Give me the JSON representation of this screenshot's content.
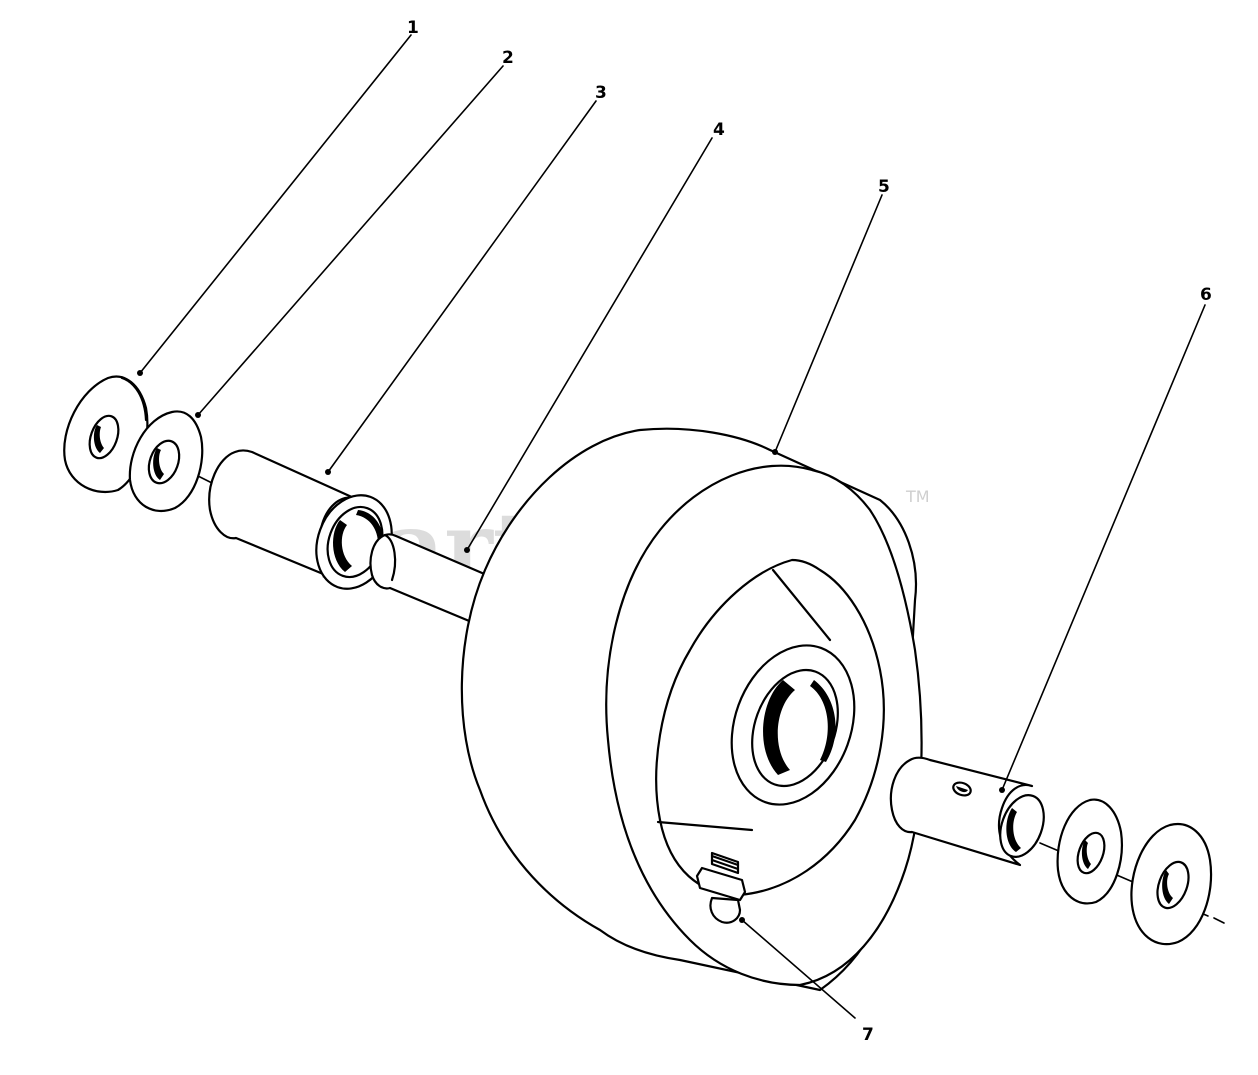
{
  "watermark": {
    "text": "PartsTree",
    "trademark": "TM"
  },
  "callouts": [
    {
      "number": "1",
      "part": "washer"
    },
    {
      "number": "2",
      "part": "washer"
    },
    {
      "number": "3",
      "part": "bearing-sleeve"
    },
    {
      "number": "4",
      "part": "axle-shaft"
    },
    {
      "number": "5",
      "part": "wheel"
    },
    {
      "number": "6",
      "part": "spacer-tube"
    },
    {
      "number": "7",
      "part": "grease-fitting"
    }
  ],
  "icons": [
    "leader-line",
    "part-outline"
  ]
}
